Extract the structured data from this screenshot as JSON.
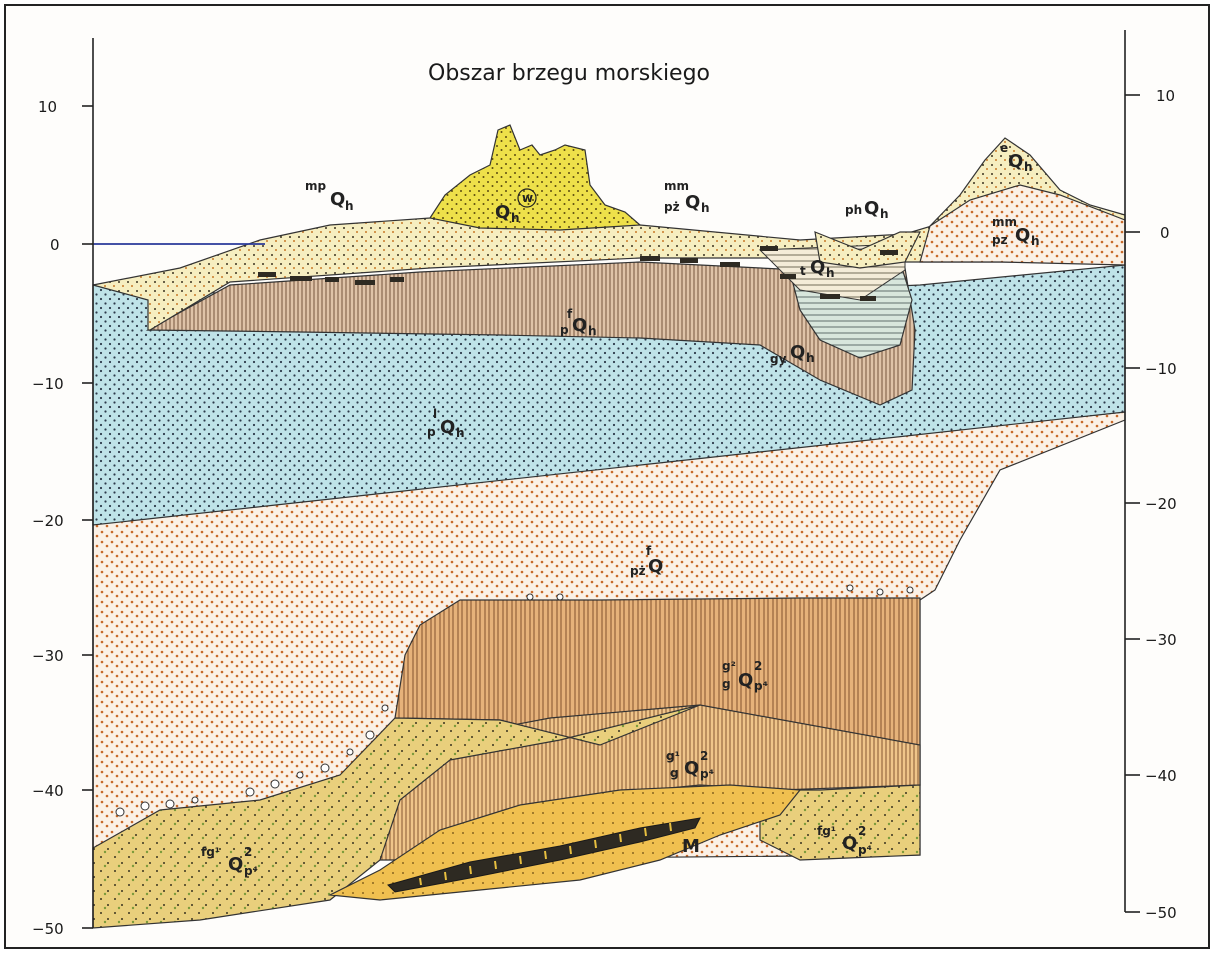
{
  "title": "Obszar brzegu morskiego",
  "left_axis": {
    "ticks": [
      "10",
      "0",
      "−10",
      "−20",
      "−30",
      "−40",
      "−50"
    ]
  },
  "right_axis": {
    "ticks": [
      "10",
      "0",
      "−10",
      "−20",
      "−30",
      "−40",
      "−50"
    ]
  },
  "labels": {
    "mpQh": {
      "sup": "mp",
      "main": "Q",
      "sub": "h"
    },
    "wQh": {
      "main": "Q",
      "sub": "h",
      "circle": "w"
    },
    "mmPzQh_top": {
      "sup": "mm",
      "pre": "pż",
      "main": "Q",
      "sub": "h"
    },
    "phQh": {
      "pre": "ph",
      "main": "Q",
      "sub": "h"
    },
    "eQh": {
      "sup": "e",
      "main": "Q",
      "sub": "h"
    },
    "mmPzQh_right": {
      "sup": "mm",
      "pre": "pz",
      "main": "Q",
      "sub": "h"
    },
    "tQh": {
      "pre": "t",
      "main": "Q",
      "sub": "h"
    },
    "fpQh": {
      "sup": "f",
      "pre": "p",
      "main": "Q",
      "sub": "h"
    },
    "gyQh": {
      "pre": "gy",
      "main": "Q",
      "sub": "h"
    },
    "lpQh": {
      "sup": "l",
      "pre": "p",
      "main": "Q",
      "sub": "h"
    },
    "fpzQ": {
      "sup": "f",
      "pre": "pż",
      "main": "Q"
    },
    "g2gQp4": {
      "sup": "g²",
      "pre": "g",
      "main": "Q",
      "sup2": "2",
      "sub": "p⁴"
    },
    "g1gQp4": {
      "sup": "g¹",
      "pre": "g",
      "main": "Q",
      "sup2": "2",
      "sub": "p⁴"
    },
    "fg1Qp4_left": {
      "sup": "fg¹",
      "main": "Q",
      "sup2": "2",
      "sub": "p⁴"
    },
    "fg1Qp4_right": {
      "sup": "fg¹",
      "main": "Q",
      "sup2": "2",
      "sub": "p⁴"
    },
    "M": {
      "main": "M"
    }
  },
  "colors": {
    "sea_line": "#2a3a9a",
    "sand_yellow": "#ede27a",
    "dune_yellow": "#eee04a",
    "blue_sand": "#bfe3e8",
    "orange_sand": "#fbf1e6",
    "peat_brown": "#dfc3a8",
    "till_orange": "#e6b27a",
    "glacio_yellow": "#e9cf7c",
    "deep_yellow": "#f0c050",
    "lignite": "#2e2a22"
  }
}
